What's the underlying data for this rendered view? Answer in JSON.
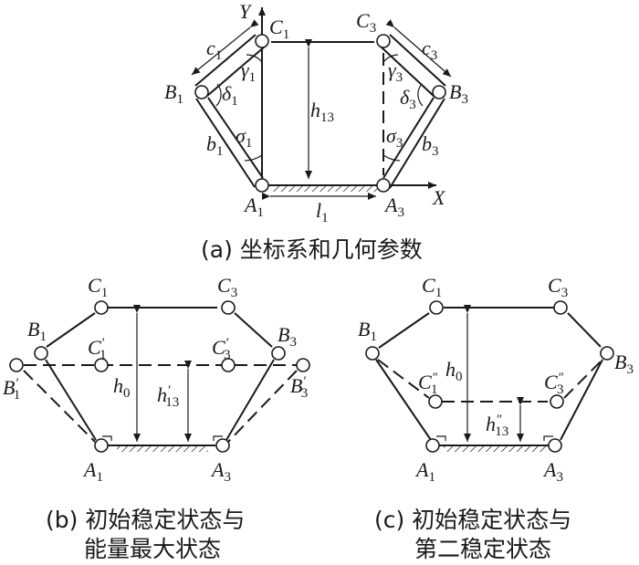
{
  "panel_a": {
    "axis_y": "Y",
    "axis_x": "X",
    "C1": {
      "base": "C",
      "sub": "1"
    },
    "C3": {
      "base": "C",
      "sub": "3"
    },
    "B1": {
      "base": "B",
      "sub": "1"
    },
    "B3": {
      "base": "B",
      "sub": "3"
    },
    "A1": {
      "base": "A",
      "sub": "1"
    },
    "A3": {
      "base": "A",
      "sub": "3"
    },
    "c1": {
      "base": "c",
      "sub": "1"
    },
    "c3": {
      "base": "c",
      "sub": "3"
    },
    "b1": {
      "base": "b",
      "sub": "1"
    },
    "b3": {
      "base": "b",
      "sub": "3"
    },
    "gamma1": {
      "base": "γ",
      "sub": "1"
    },
    "gamma3": {
      "base": "γ",
      "sub": "3"
    },
    "delta1": {
      "base": "δ",
      "sub": "1"
    },
    "delta3": {
      "base": "δ",
      "sub": "3"
    },
    "sigma1": {
      "base": "σ",
      "sub": "1"
    },
    "sigma3": {
      "base": "σ",
      "sub": "3"
    },
    "h13": {
      "base": "h",
      "sub": "13"
    },
    "l1": {
      "base": "l",
      "sub": "1"
    },
    "caption": "(a)  坐标系和几何参数"
  },
  "panel_b": {
    "C1": {
      "base": "C",
      "sub": "1"
    },
    "C3": {
      "base": "C",
      "sub": "3"
    },
    "C1p": {
      "base": "C",
      "sub": "1",
      "sup": "′"
    },
    "C3p": {
      "base": "C",
      "sub": "3",
      "sup": "′"
    },
    "B1": {
      "base": "B",
      "sub": "1"
    },
    "B3": {
      "base": "B",
      "sub": "3"
    },
    "B1p": {
      "base": "B",
      "sub": "1",
      "sup": "′"
    },
    "B3p": {
      "base": "B",
      "sub": "3",
      "sup": "′"
    },
    "A1": {
      "base": "A",
      "sub": "1"
    },
    "A3": {
      "base": "A",
      "sub": "3"
    },
    "h0": {
      "base": "h",
      "sub": "0"
    },
    "h13p": {
      "base": "h",
      "sub": "13",
      "sup": "′"
    },
    "caption_line1": "(b)  初始稳定状态与",
    "caption_line2": "能量最大状态"
  },
  "panel_c": {
    "C1": {
      "base": "C",
      "sub": "1"
    },
    "C3": {
      "base": "C",
      "sub": "3"
    },
    "C1pp": {
      "base": "C",
      "sub": "1",
      "sup": "″"
    },
    "C3pp": {
      "base": "C",
      "sub": "3",
      "sup": "″"
    },
    "B1": {
      "base": "B",
      "sub": "1"
    },
    "B3": {
      "base": "B",
      "sub": "3"
    },
    "A1": {
      "base": "A",
      "sub": "1"
    },
    "A3": {
      "base": "A",
      "sub": "3"
    },
    "h0": {
      "base": "h",
      "sub": "0"
    },
    "h13pp": {
      "base": "h",
      "sub": "13",
      "sup": "″"
    },
    "caption_line1": "(c)  初始稳定状态与",
    "caption_line2": "第二稳定状态"
  }
}
